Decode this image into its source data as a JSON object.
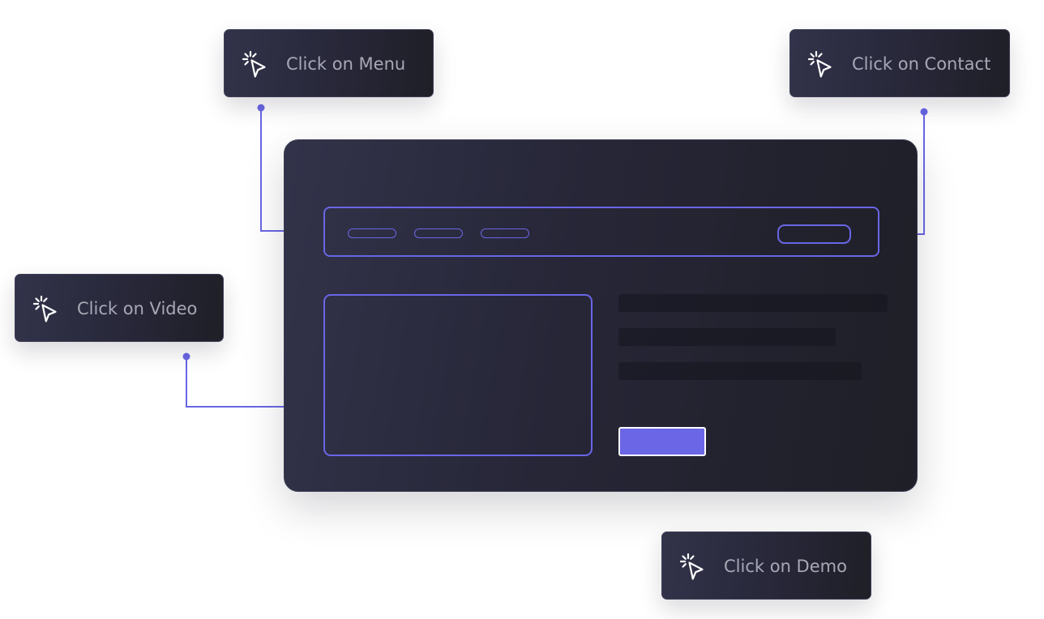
{
  "colors": {
    "accent": "#6a66e6",
    "card_dark": "#262637",
    "label_text": "#a7a8b6",
    "icon_white": "#ffffff"
  },
  "callouts": {
    "menu": {
      "label": "Click on Menu",
      "icon": "pointer-click-icon"
    },
    "contact": {
      "label": "Click on Contact",
      "icon": "pointer-click-icon"
    },
    "video": {
      "label": "Click on Video",
      "icon": "pointer-click-icon"
    },
    "demo": {
      "label": "Click on Demo",
      "icon": "pointer-click-icon"
    }
  },
  "mockup": {
    "nav_items": 3,
    "text_lines": 3
  }
}
